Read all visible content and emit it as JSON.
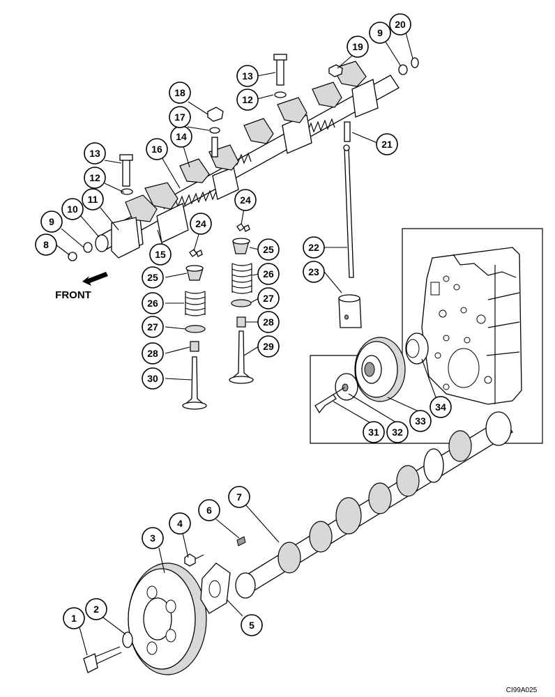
{
  "diagram": {
    "direction_label": "FRONT",
    "figure_code": "CI99A025",
    "callouts": [
      {
        "id": "c1",
        "label": "1"
      },
      {
        "id": "c2",
        "label": "2"
      },
      {
        "id": "c3",
        "label": "3"
      },
      {
        "id": "c4",
        "label": "4"
      },
      {
        "id": "c5",
        "label": "5"
      },
      {
        "id": "c6",
        "label": "6"
      },
      {
        "id": "c7",
        "label": "7"
      },
      {
        "id": "c8",
        "label": "8"
      },
      {
        "id": "c9a",
        "label": "9"
      },
      {
        "id": "c9b",
        "label": "9"
      },
      {
        "id": "c10",
        "label": "10"
      },
      {
        "id": "c11",
        "label": "11"
      },
      {
        "id": "c12a",
        "label": "12"
      },
      {
        "id": "c12b",
        "label": "12"
      },
      {
        "id": "c13a",
        "label": "13"
      },
      {
        "id": "c13b",
        "label": "13"
      },
      {
        "id": "c14",
        "label": "14"
      },
      {
        "id": "c15",
        "label": "15"
      },
      {
        "id": "c16",
        "label": "16"
      },
      {
        "id": "c17",
        "label": "17"
      },
      {
        "id": "c18",
        "label": "18"
      },
      {
        "id": "c19",
        "label": "19"
      },
      {
        "id": "c20",
        "label": "20"
      },
      {
        "id": "c21",
        "label": "21"
      },
      {
        "id": "c22",
        "label": "22"
      },
      {
        "id": "c23",
        "label": "23"
      },
      {
        "id": "c24a",
        "label": "24"
      },
      {
        "id": "c24b",
        "label": "24"
      },
      {
        "id": "c25a",
        "label": "25"
      },
      {
        "id": "c25b",
        "label": "25"
      },
      {
        "id": "c26a",
        "label": "26"
      },
      {
        "id": "c26b",
        "label": "26"
      },
      {
        "id": "c27a",
        "label": "27"
      },
      {
        "id": "c27b",
        "label": "27"
      },
      {
        "id": "c28a",
        "label": "28"
      },
      {
        "id": "c28b",
        "label": "28"
      },
      {
        "id": "c29",
        "label": "29"
      },
      {
        "id": "c30",
        "label": "30"
      },
      {
        "id": "c31",
        "label": "31"
      },
      {
        "id": "c32",
        "label": "32"
      },
      {
        "id": "c33",
        "label": "33"
      },
      {
        "id": "c34",
        "label": "34"
      }
    ]
  }
}
